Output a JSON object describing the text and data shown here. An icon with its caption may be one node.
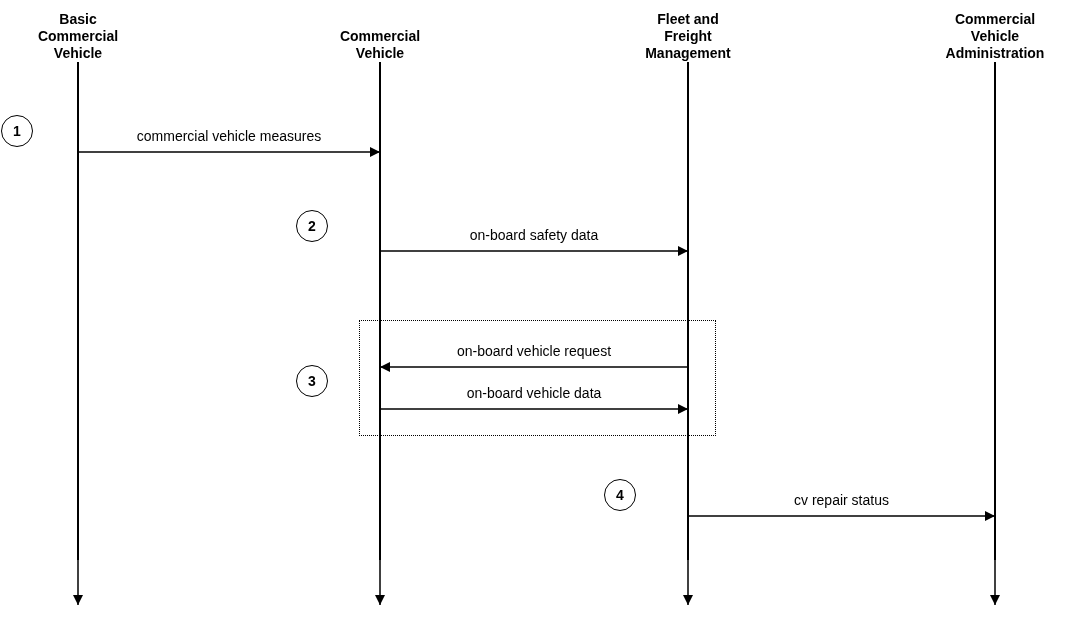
{
  "diagram": {
    "nodes": [
      {
        "text": [
          "Basic Commercial Vehicle"
        ]
      },
      {
        "text": [
          "Commercial Vehicle"
        ]
      },
      {
        "text": [
          "Fleet and Freight Management"
        ]
      },
      {
        "text": [
          "Commercial Vehicle Administration"
        ]
      },
      {
        "text": [
          "1"
        ]
      },
      {
        "text": [
          "2"
        ]
      },
      {
        "text": [
          "3"
        ]
      },
      {
        "text": [
          "4"
        ]
      }
    ],
    "edges": [
      {
        "from": 0,
        "to": null,
        "arrow": "to"
      },
      {
        "from": 1,
        "to": null,
        "arrow": "to"
      },
      {
        "from": 2,
        "to": null,
        "arrow": "to"
      },
      {
        "from": 3,
        "to": null,
        "arrow": "to"
      },
      {
        "from": 0,
        "to": 1,
        "arrow": "to",
        "label": "commercial vehicle measures"
      },
      {
        "from": 1,
        "to": 2,
        "arrow": "to",
        "label": "on-board safety data"
      },
      {
        "from": 2,
        "to": 1,
        "arrow": "to",
        "label": "on-board vehicle request"
      },
      {
        "from": 1,
        "to": 2,
        "arrow": "to",
        "label": "on-board vehicle data"
      },
      {
        "from": 2,
        "to": 3,
        "arrow": "to",
        "label": "cv repair status"
      }
    ]
  }
}
